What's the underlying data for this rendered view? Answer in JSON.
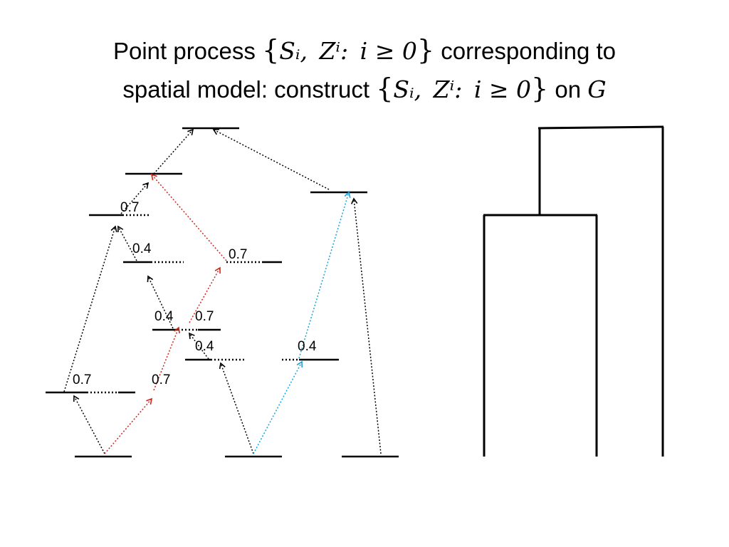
{
  "title": {
    "line1_prefix": "Point process ",
    "line1_math": "Sᵢ, Zⁱ: i ≥ 0",
    "line1_suffix": " corresponding  to",
    "line2_prefix": "spatial model: construct ",
    "line2_math": "Sᵢ, Zⁱ: i ≥ 0",
    "line2_on": " on ",
    "line2_graph": "G"
  },
  "edge_labels": [
    "0.7",
    "0.4",
    "0.7",
    "0.4",
    "0.7",
    "0.4",
    "0.4",
    "0.7",
    "0.7"
  ],
  "colors": {
    "black_arrow": "#000000",
    "red_arrow": "#d0261c",
    "blue_arrow": "#1aa3d8",
    "segment": "#000000"
  }
}
